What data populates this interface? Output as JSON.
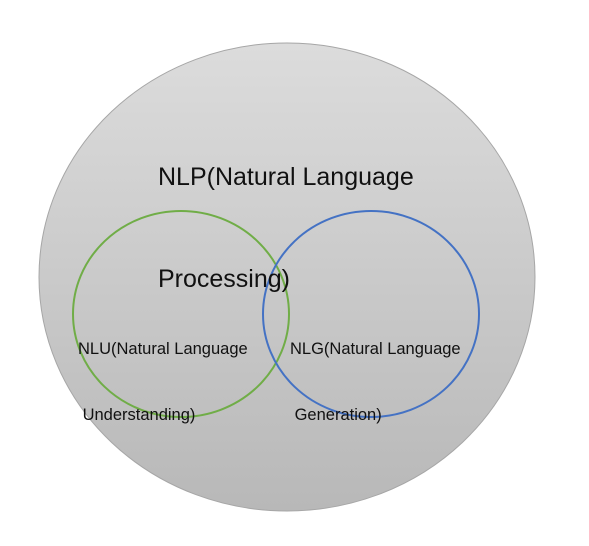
{
  "diagram": {
    "outer": {
      "line1": "NLP(Natural Language",
      "line2": "Processing)",
      "fill_top": "#dcdcdc",
      "fill_bottom": "#b8b8b8",
      "stroke": "#a6a6a6"
    },
    "left": {
      "line1": "NLU(Natural Language",
      "line2": " Understanding)",
      "stroke": "#70ad47"
    },
    "right": {
      "line1": "NLG(Natural Language",
      "line2": " Generation)",
      "stroke": "#4472c4"
    }
  }
}
